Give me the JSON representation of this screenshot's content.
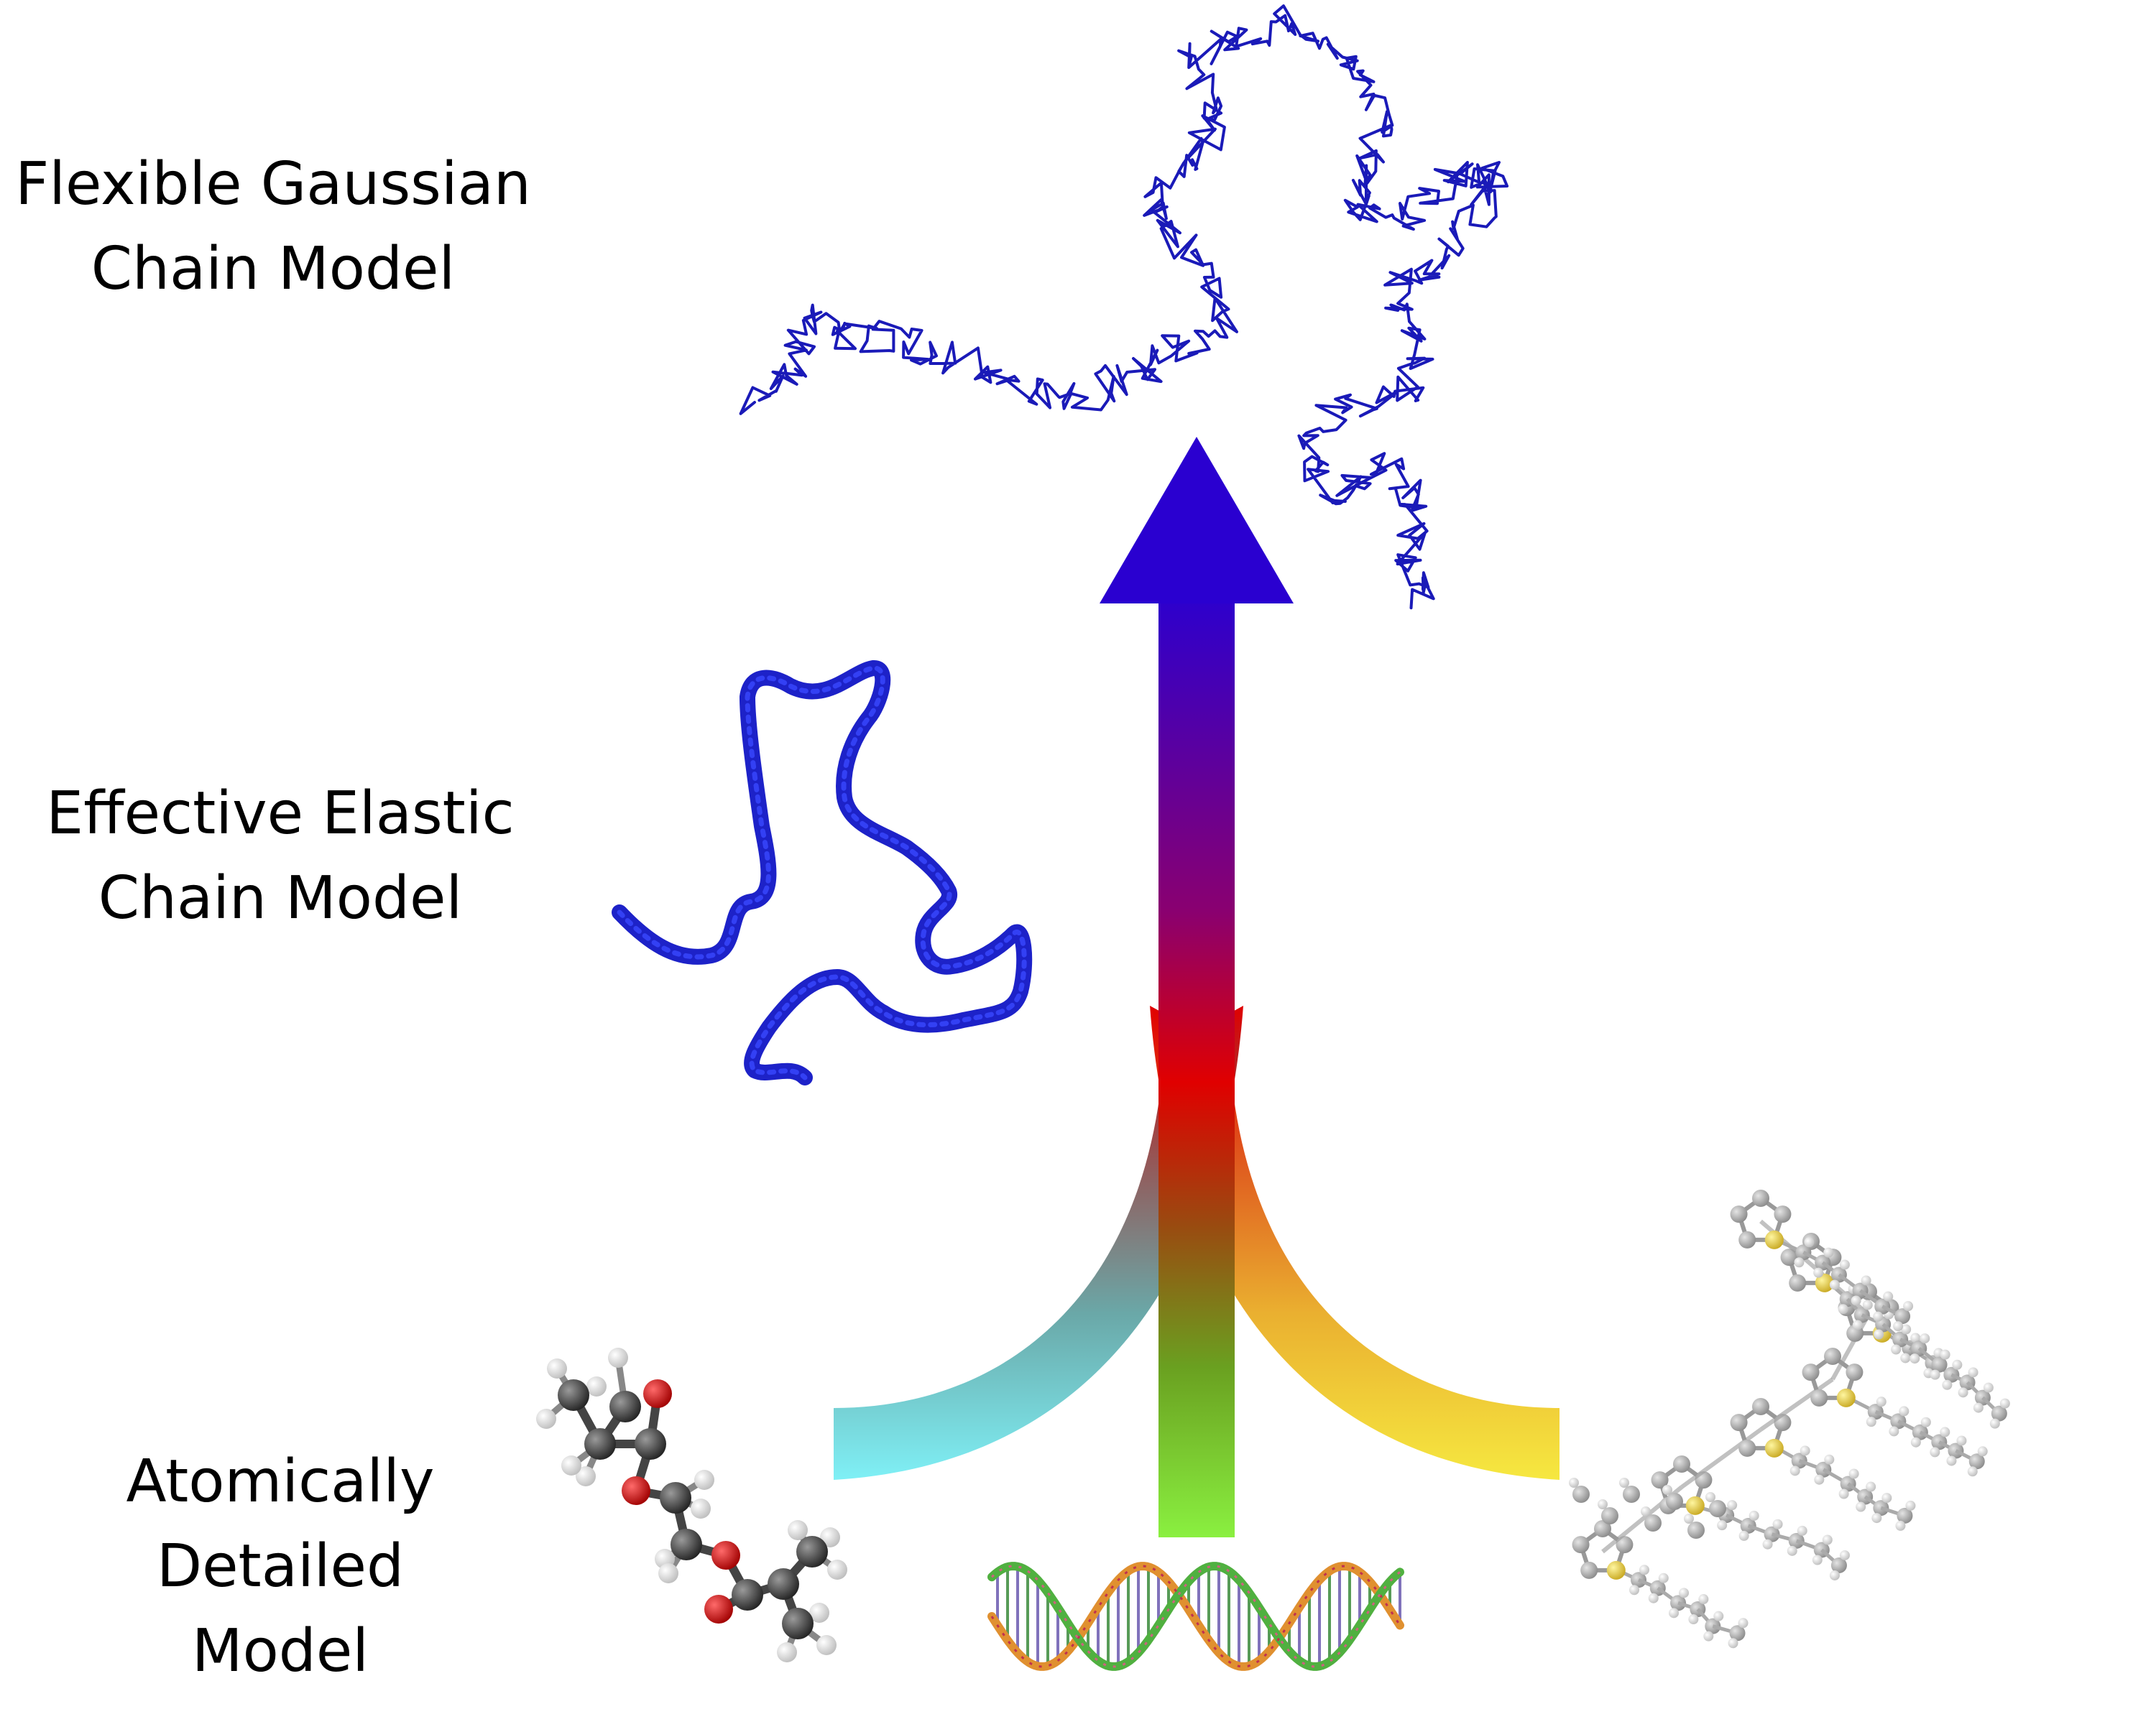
{
  "labels": {
    "flexible": [
      "Flexible Gaussian",
      "Chain Model"
    ],
    "elastic": [
      "Effective Elastic",
      "Chain Model"
    ],
    "atomic": [
      "Atomically",
      "Detailed",
      "Model"
    ]
  },
  "colors": {
    "background": "#ffffff",
    "text": "#000000",
    "chain_thin": "#1a1ab8",
    "chain_thick": "#1d22c8",
    "arrow_top": "#2a00d0",
    "arrow_mid_purple": "#8a0070",
    "arrow_mid_red": "#e00000",
    "arrow_mid_brown": "#9a4a10",
    "arrow_bottom_green": "#8af040",
    "left_branch_bottom": "#7ff0f6",
    "right_branch_bottom": "#f6e840",
    "carbon_atom": "#333333",
    "oxygen_atom": "#cc0000",
    "hydrogen_atom": "#f2f2f2",
    "sulfur_atom": "#e6d43a",
    "dna_strand_a": "#e09030",
    "dna_strand_b": "#50b040"
  },
  "icons": {
    "top_chain": "random-coil-polymer-icon",
    "mid_chain": "elastic-chain-polymer-icon",
    "left_molecule": "ball-and-stick-dimethacrylate-icon",
    "center_molecule": "dna-double-helix-icon",
    "right_molecule": "polythiophene-ball-and-stick-icon",
    "arrow": "upward-coarse-graining-arrow-icon"
  }
}
